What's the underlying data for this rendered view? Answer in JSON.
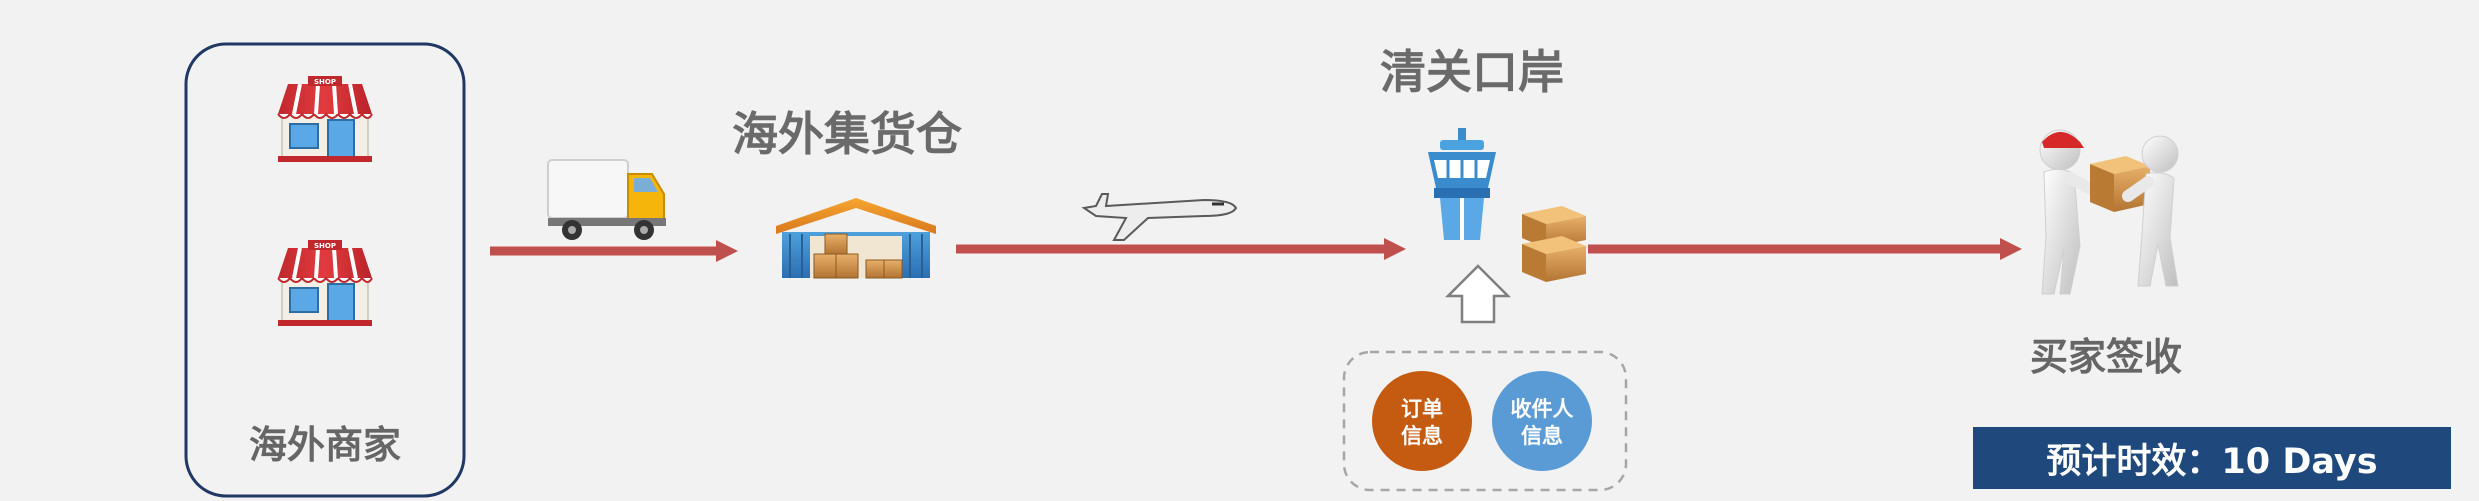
{
  "nodes": {
    "merchant": {
      "label": "海外商家",
      "shop_sign": "SHOP"
    },
    "warehouse": {
      "label": "海外集货仓"
    },
    "customs": {
      "label": "清关口岸"
    },
    "buyer": {
      "label": "买家签收"
    }
  },
  "info_items": [
    {
      "line1": "订单",
      "line2": "信息",
      "color": "#c55a11"
    },
    {
      "line1": "收件人",
      "line2": "信息",
      "color": "#5b9bd5"
    }
  ],
  "eta": {
    "text": "预计时效：10 Days"
  },
  "colors": {
    "arrow": "#c0504d",
    "merchant_border": "#1f3864",
    "eta_background": "#1f497d",
    "dashed_box": "#a6a6a6"
  }
}
